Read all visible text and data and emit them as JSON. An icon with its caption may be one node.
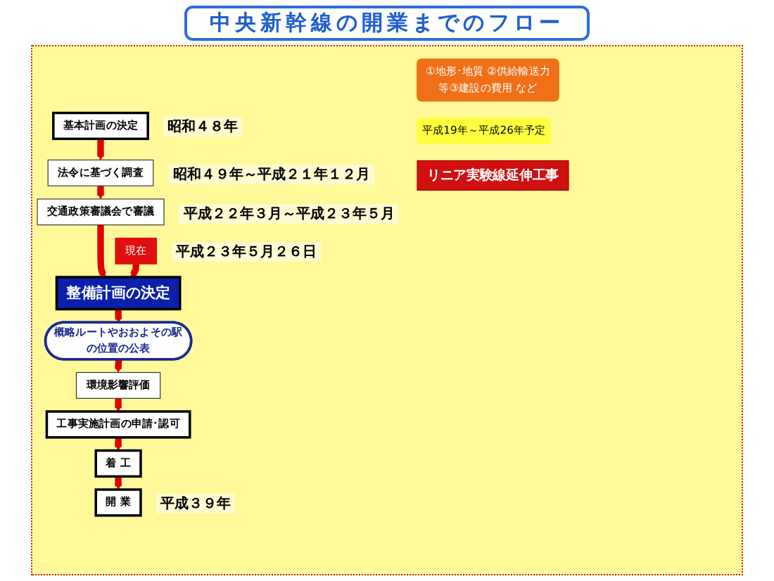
{
  "diagram": {
    "title": "中央新幹線の開業までのフロー",
    "nodes": [
      {
        "text": [
          "基本計画の決定"
        ],
        "beside": [
          "昭和４８年"
        ]
      },
      {
        "text": [
          "法令に基づく調査"
        ],
        "beside": [
          "昭和４９年～平成２１年１２月"
        ]
      },
      {
        "text": [
          "①地形･地質 ②供給輸送力等③建設の費用 など"
        ]
      },
      {
        "text": [
          "交通政策審議会で審議"
        ],
        "beside": [
          "平成２２年３月～平成２３年５月"
        ]
      },
      {
        "text": [
          "整備計画の決定"
        ]
      },
      {
        "text": [
          "現在"
        ],
        "beside": [
          "平成２３年５月２６日"
        ]
      },
      {
        "text": [
          "概略ルートやおおよその駅の位置の公表"
        ]
      },
      {
        "text": [
          "環境影響評価"
        ]
      },
      {
        "text": [
          "工事実施計画の申請･認可"
        ]
      },
      {
        "text": [
          "着 工"
        ]
      },
      {
        "text": [
          "開 業"
        ],
        "beside": [
          "平成３９年"
        ]
      },
      {
        "text": [
          "平成19年～平成26年予定"
        ]
      },
      {
        "text": [
          "リニア実験線延伸工事"
        ]
      }
    ],
    "edges": [
      {
        "from": 0,
        "to": 1,
        "arrow": "to"
      },
      {
        "from": 1,
        "to": 3,
        "arrow": "to"
      },
      {
        "from": 3,
        "to": 4,
        "arrow": "to"
      },
      {
        "from": 5,
        "to": 4,
        "arrow": "to"
      },
      {
        "from": 4,
        "to": 6,
        "arrow": "to"
      },
      {
        "from": 6,
        "to": 7,
        "arrow": "to"
      },
      {
        "from": 7,
        "to": 8,
        "arrow": "to"
      },
      {
        "from": 8,
        "to": 9,
        "arrow": "to"
      },
      {
        "from": 9,
        "to": 10,
        "arrow": "to"
      }
    ]
  }
}
